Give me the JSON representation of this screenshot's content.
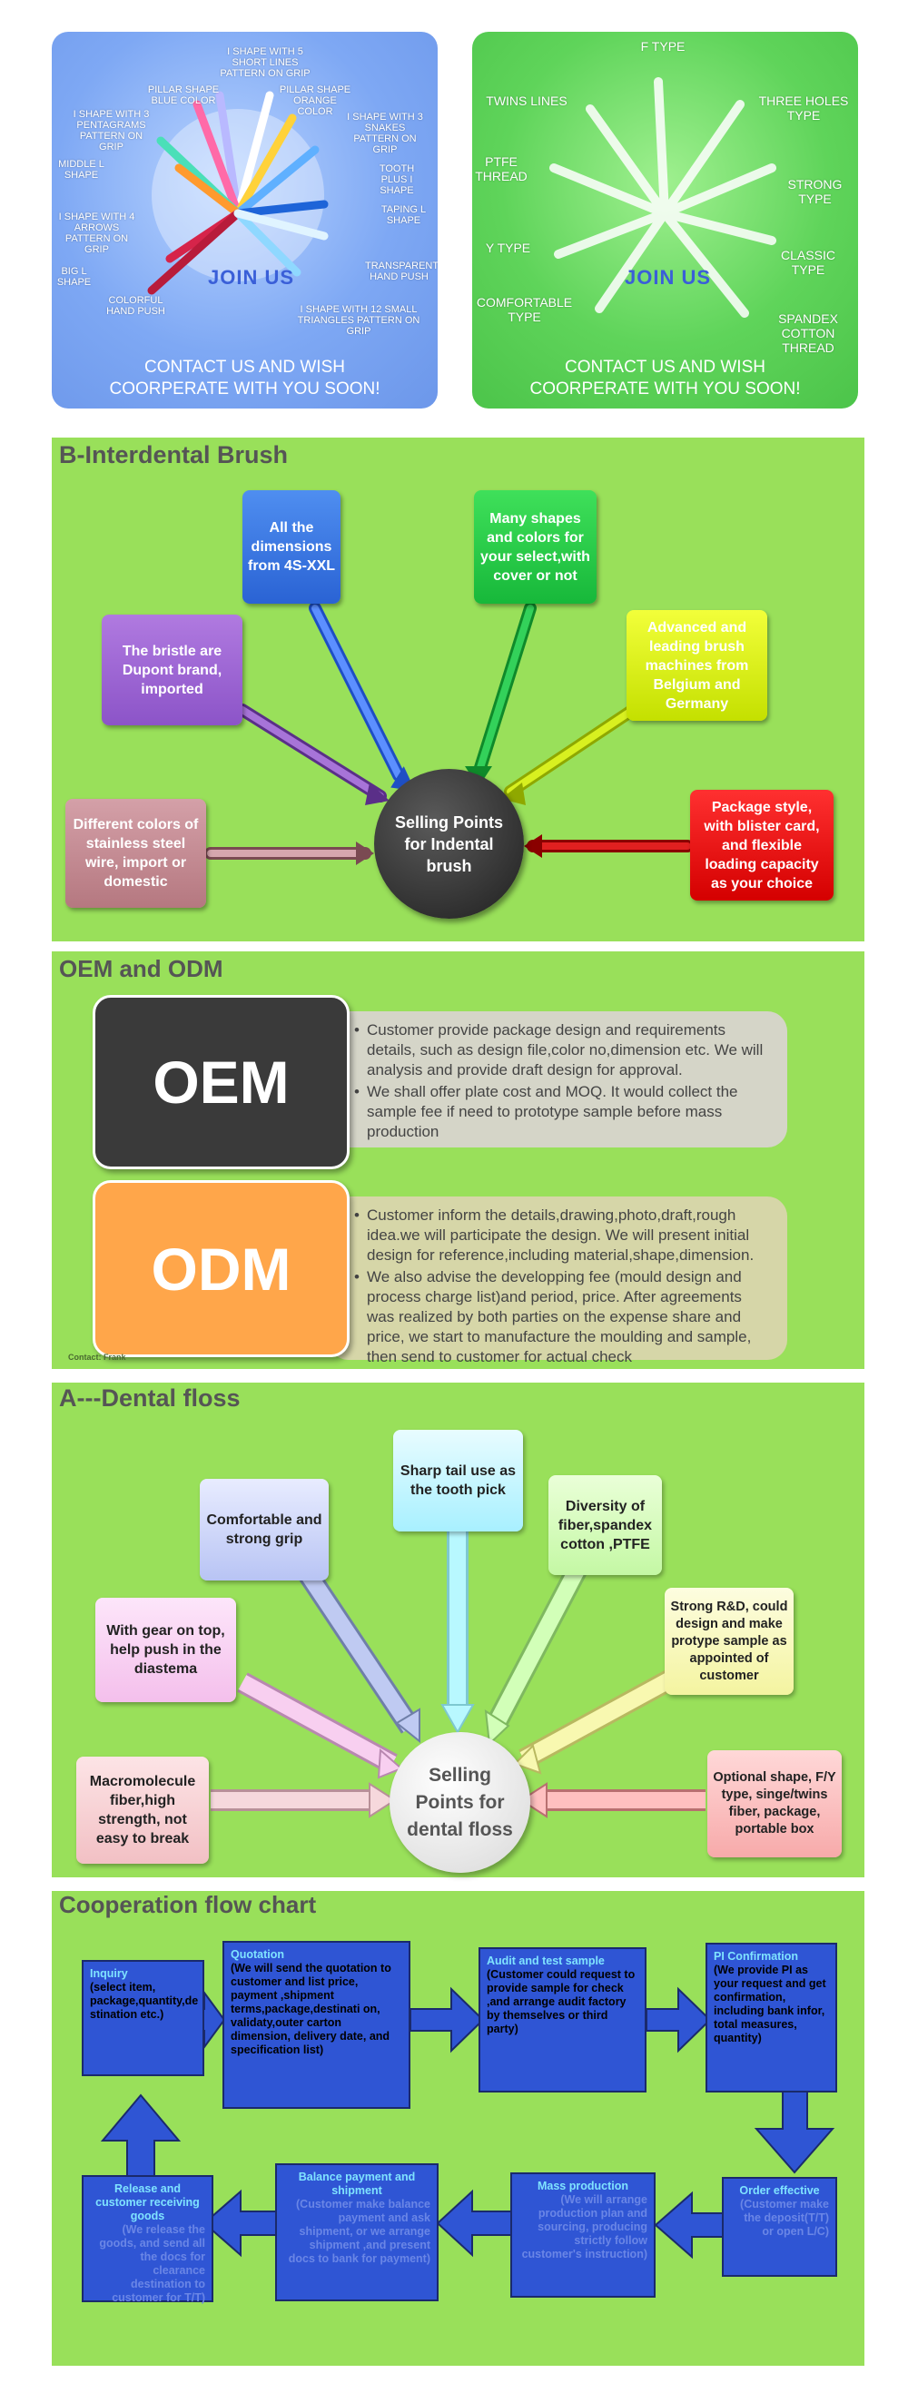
{
  "banners": {
    "brush": {
      "labels": [
        "I SHAPE WITH 5 SHORT LINES PATTERN ON GRIP",
        "PILLAR SHAPE BLUE COLOR",
        "PILLAR SHAPE ORANGE COLOR",
        "I SHAPE WITH 3 PENTAGRAMS PATTERN ON GRIP",
        "I SHAPE WITH 3 SNAKES PATTERN ON GRIP",
        "MIDDLE L SHAPE",
        "TOOTH PLUS I SHAPE",
        "TAPING L SHAPE",
        "I SHAPE WITH 4 ARROWS PATTERN ON GRIP",
        "TRANSPARENT HAND PUSH",
        "BIG L SHAPE",
        "COLORFUL HAND PUSH",
        "I SHAPE WITH 12 SMALL TRIANGLES PATTERN ON GRIP"
      ],
      "join": "JOIN US",
      "contact_line1": "CONTACT US AND WISH",
      "contact_line2": "COORPERATE WITH YOU SOON!"
    },
    "floss": {
      "labels": [
        "F TYPE",
        "TWINS LINES",
        "THREE HOLES TYPE",
        "PTFE THREAD",
        "STRONG TYPE",
        "CLASSIC TYPE",
        "Y TYPE",
        "COMFORTABLE TYPE",
        "SPANDEX COTTON THREAD"
      ],
      "join": "JOIN US",
      "contact_line1": "CONTACT US AND WISH",
      "contact_line2": "COORPERATE WITH YOU SOON!"
    }
  },
  "brush_section": {
    "title": "B-Interdental Brush",
    "center": "Selling Points for Indental brush",
    "boxes": [
      "All the dimensions from 4S-XXL",
      "Many shapes and colors for your select,with cover or not",
      "The bristle are Dupont brand, imported",
      "Advanced and leading brush machines from Belgium and Germany",
      "Different colors of stainless steel wire, import or domestic",
      "Package style, with blister card, and flexible loading capacity as your choice"
    ]
  },
  "oem_section": {
    "title": "OEM and ODM",
    "oem_label": "OEM",
    "odm_label": "ODM",
    "oem_points": [
      "Customer provide package design and requirements details, such as design file,color no,dimension etc. We will analysis and provide draft design for approval.",
      "We shall offer plate cost and MOQ. It would collect the sample fee if need to prototype sample before mass production"
    ],
    "odm_points": [
      "Customer inform the details,drawing,photo,draft,rough idea.we will participate the design. We will present initial design for reference,including material,shape,dimension.",
      "We also advise the developping fee (mould design and process charge list)and period, price. After agreements was realized by both parties on the expense share and price, we start to manufacture the moulding and sample, then send to customer for actual check"
    ],
    "contact_note": "Contact: Frank"
  },
  "floss_section": {
    "title": "A---Dental floss",
    "center": "Selling Points for dental floss",
    "boxes": [
      "Sharp tail use as the tooth pick",
      "Comfortable and strong grip",
      "Diversity of fiber,spandex cotton ,PTFE",
      "With gear on top, help push in the diastema",
      "Strong R&D, could design and make protype sample as appointed of customer",
      "Macromolecule fiber,high strength, not easy to break",
      "Optional shape, F/Y type, singe/twins fiber, package, portable box"
    ]
  },
  "flow_section": {
    "title": "Cooperation flow chart",
    "steps": [
      {
        "title": "Inquiry",
        "body": "(select item, package,quantity,de stination etc.)"
      },
      {
        "title": "Quotation",
        "body": "(We will send the quotation to customer and list price, payment ,shipment terms,package,destinati on, validaty,outer carton dimension, delivery date, and specification list)"
      },
      {
        "title": "Audit and test sample",
        "body": "(Customer could request to provide sample for check ,and arrange audit factory by themselves or third party)"
      },
      {
        "title": "PI Confirmation",
        "body": "(We provide PI as your request and get confirmation, including bank infor, total measures, quantity)"
      },
      {
        "title": "Order effective",
        "body": "(Customer make the deposit(T/T) or open L/C)"
      },
      {
        "title": "Mass production",
        "body": "(We will arrange production plan and sourcing, producing strictly follow customer's instruction)"
      },
      {
        "title": "Balance payment and shipment",
        "body": "(Customer make balance payment and ask shipment, or we arrange shipment ,and present docs to bank for payment)"
      },
      {
        "title": "Release and customer receiving goods",
        "body": "(We release the goods, and send all the docs for clearance destination to customer for T/T)"
      }
    ]
  }
}
